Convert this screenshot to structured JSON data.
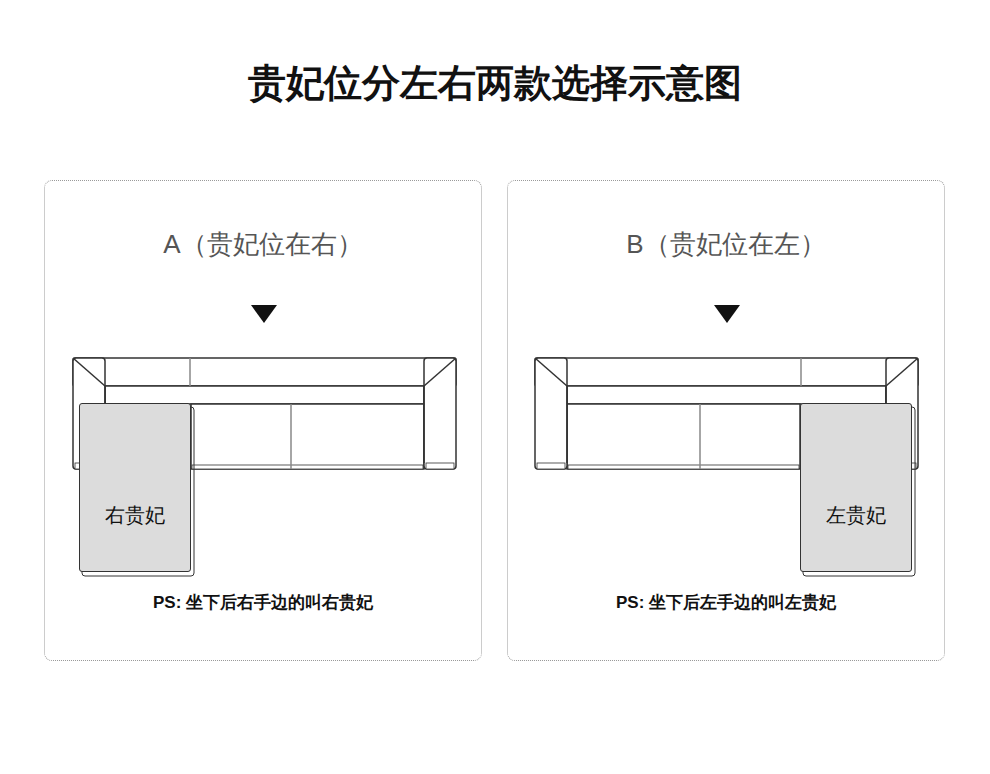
{
  "diagram": {
    "title": "贵妃位分左右两款选择示意图",
    "nodes": [
      {
        "text": [
          "A（贵妃位在右）",
          "PS: 坐下后右手边的叫右贵妃"
        ]
      },
      {
        "text": [
          "右贵妃"
        ],
        "in": 0
      },
      {
        "text": [
          "B（贵妃位在左）",
          "PS: 坐下后左手边的叫左贵妃"
        ]
      },
      {
        "text": [
          "左贵妃"
        ],
        "in": 2
      }
    ]
  }
}
